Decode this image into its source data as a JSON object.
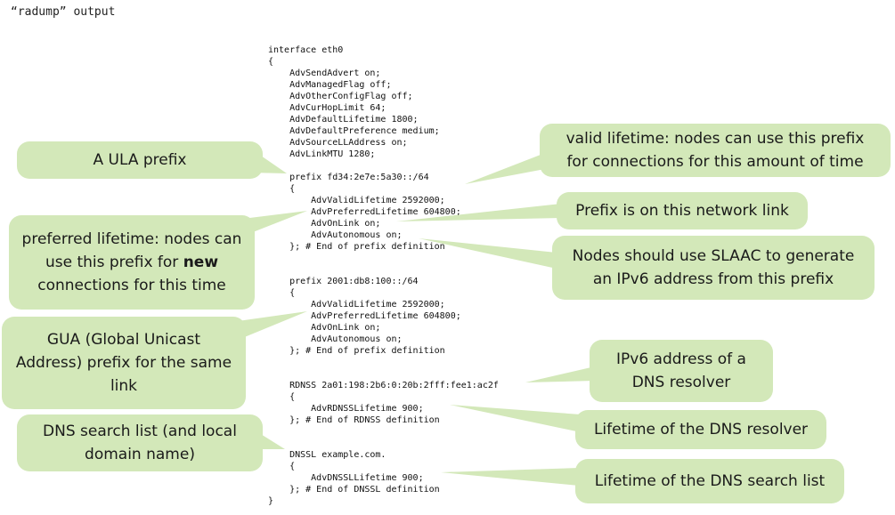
{
  "title": "“radump” output",
  "code_lines": [
    "interface eth0",
    "{",
    "    AdvSendAdvert on;",
    "    AdvManagedFlag off;",
    "    AdvOtherConfigFlag off;",
    "    AdvCurHopLimit 64;",
    "    AdvDefaultLifetime 1800;",
    "    AdvDefaultPreference medium;",
    "    AdvSourceLLAddress on;",
    "    AdvLinkMTU 1280;",
    "",
    "    prefix fd34:2e7e:5a30::/64",
    "    {",
    "        AdvValidLifetime 2592000;",
    "        AdvPreferredLifetime 604800;",
    "        AdvOnLink on;",
    "        AdvAutonomous on;",
    "    }; # End of prefix definition",
    "",
    "",
    "    prefix 2001:db8:100::/64",
    "    {",
    "        AdvValidLifetime 2592000;",
    "        AdvPreferredLifetime 604800;",
    "        AdvOnLink on;",
    "        AdvAutonomous on;",
    "    }; # End of prefix definition",
    "",
    "",
    "    RDNSS 2a01:198:2b6:0:20b:2fff:fee1:ac2f",
    "    {",
    "        AdvRDNSSLifetime 900;",
    "    }; # End of RDNSS definition",
    "",
    "",
    "    DNSSL example.com.",
    "    {",
    "        AdvDNSSLLifetime 900;",
    "    }; # End of DNSSL definition",
    "}"
  ],
  "callouts": {
    "ula_prefix": "A ULA prefix",
    "preferred_lifetime_a": "preferred lifetime: nodes can use this prefix for",
    "preferred_lifetime_bold": "new",
    "preferred_lifetime_b": "connections for this time",
    "gua_prefix": "GUA (Global Unicast Address) prefix for the same link",
    "dns_search": "DNS search list (and local domain name)",
    "valid_lifetime": "valid lifetime: nodes can use this prefix for connections for this amount of time",
    "on_link": "Prefix is on this network link",
    "slaac": "Nodes should use SLAAC to generate an IPv6 address from this prefix",
    "dns_resolver_addr": "IPv6 address of a DNS resolver",
    "dns_resolver_life": "Lifetime of the DNS resolver",
    "dns_search_life": "Lifetime of the DNS search list"
  },
  "colors": {
    "bubble": "#d3e8b9"
  }
}
